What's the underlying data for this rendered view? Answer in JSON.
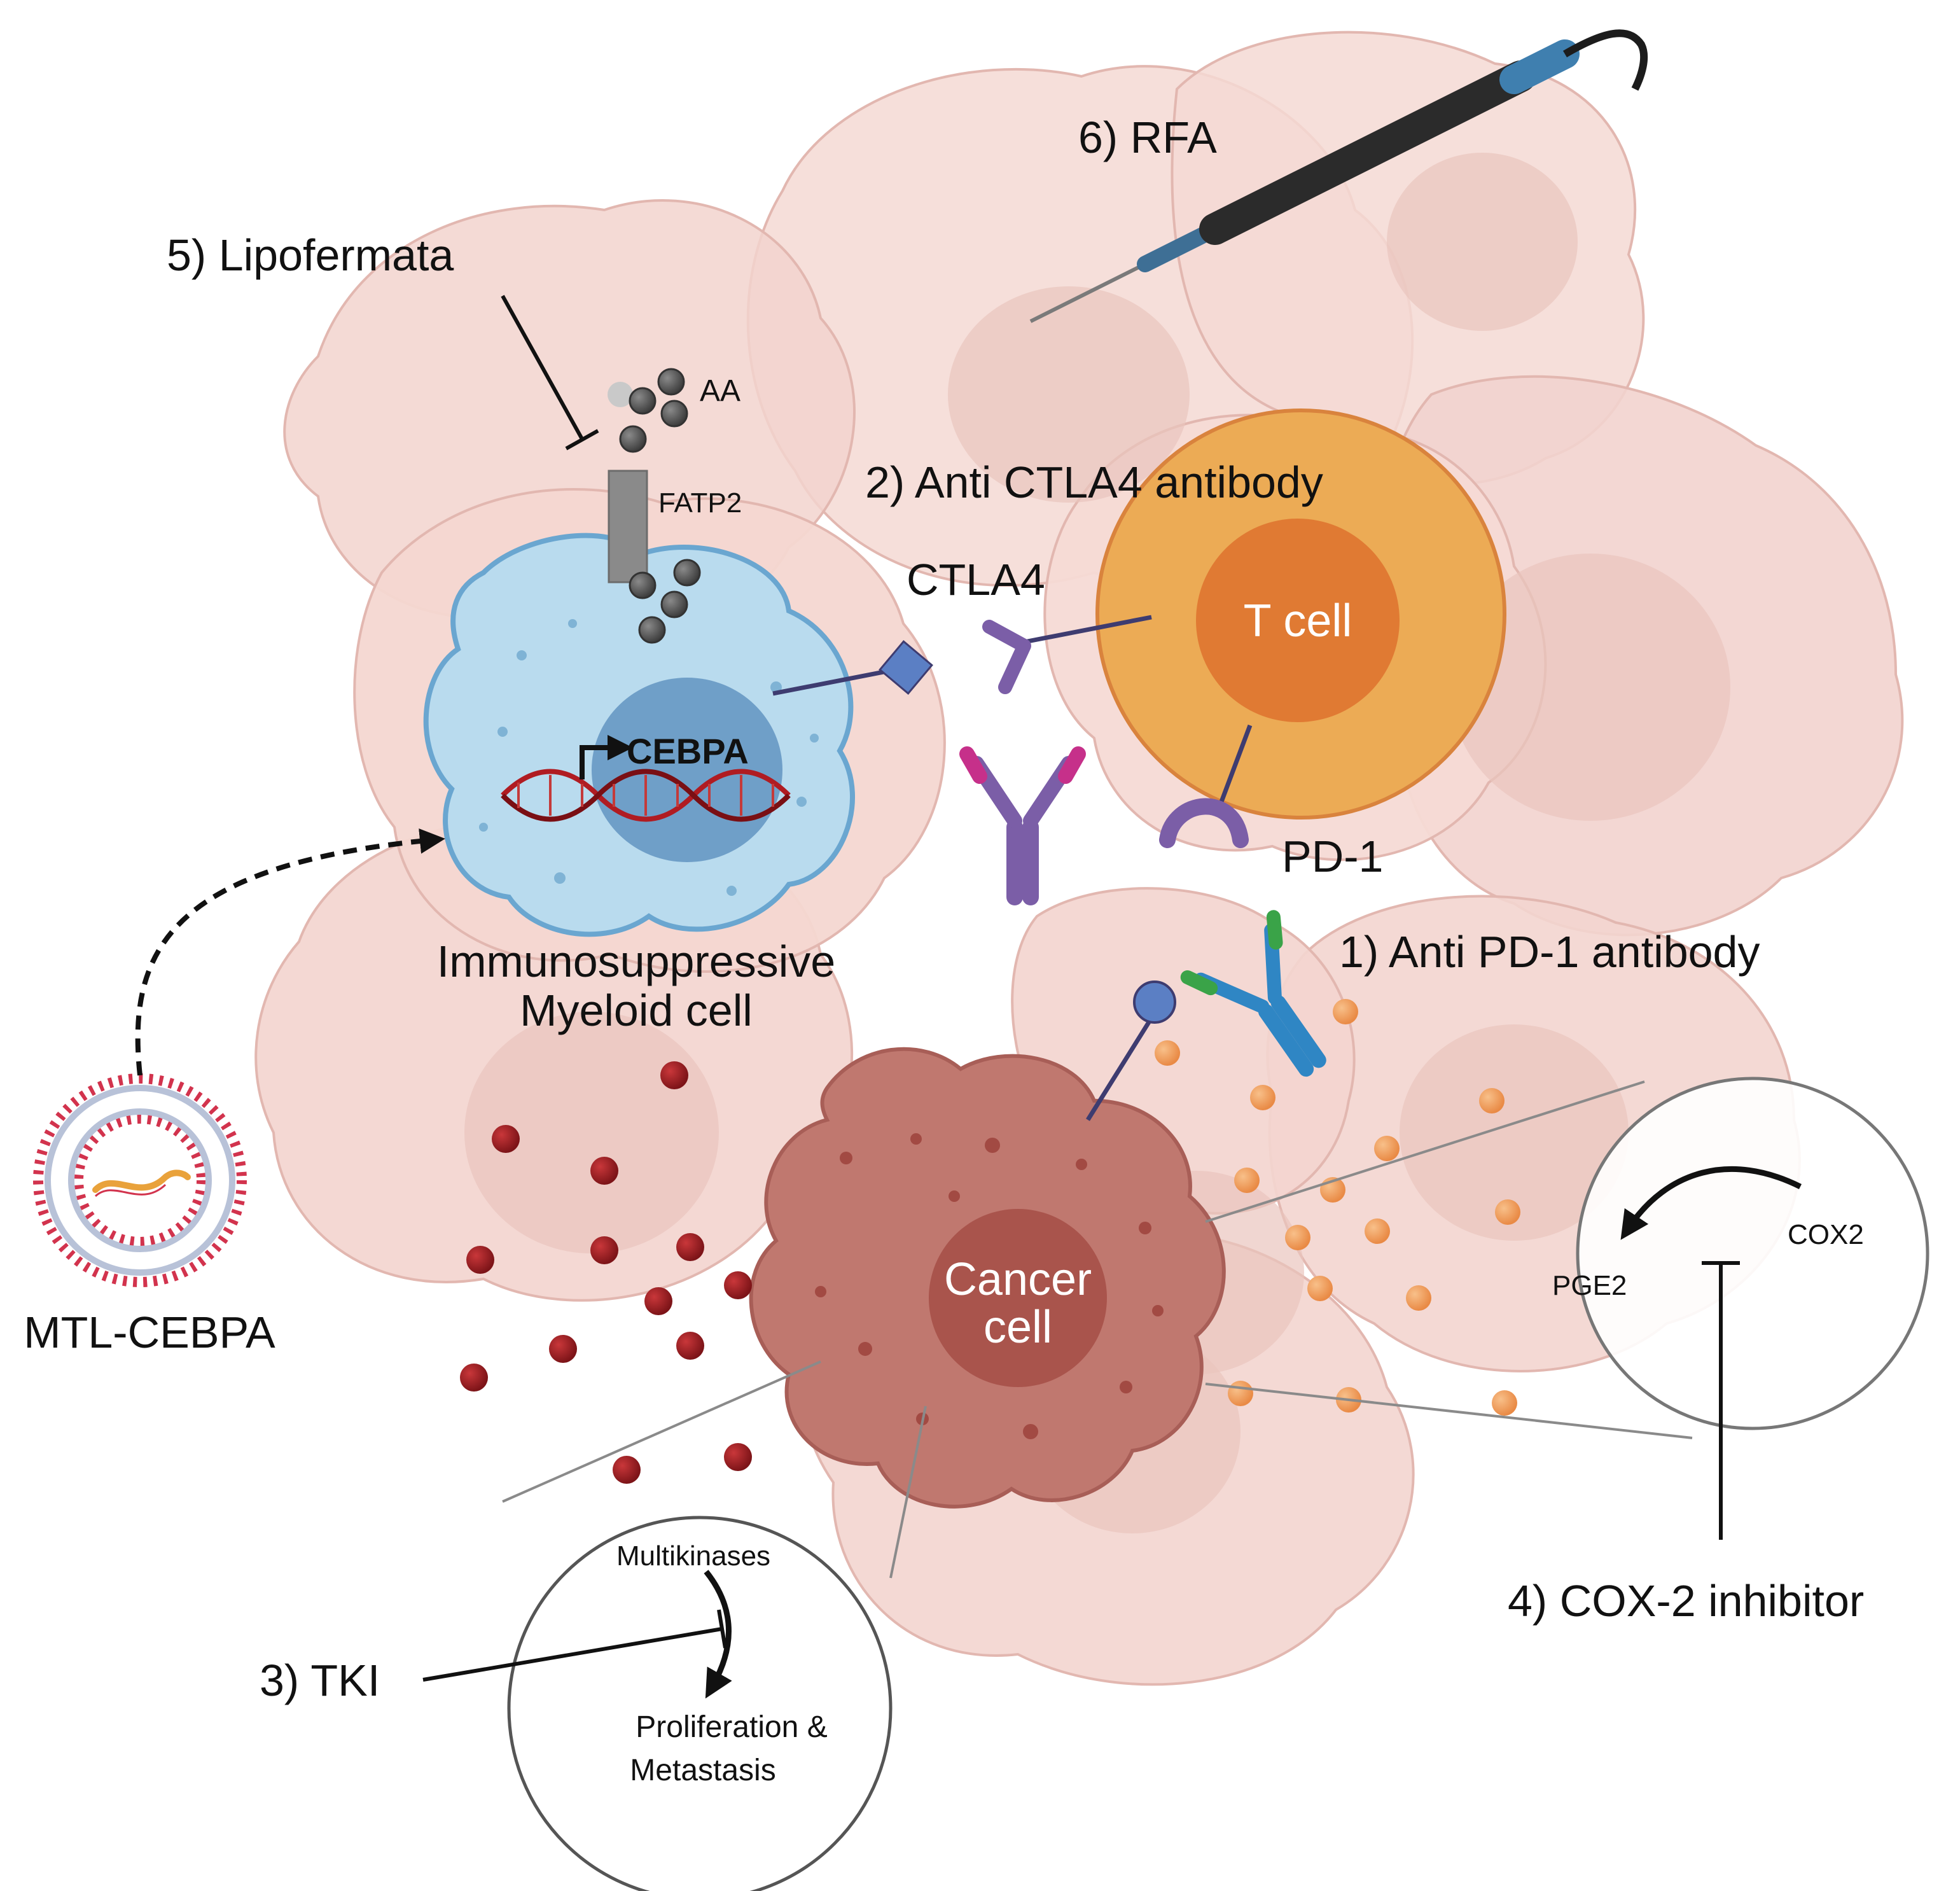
{
  "labels": {
    "rfa": "6) RFA",
    "lipofermata": "5) Lipofermata",
    "aa": "AA",
    "fatp2": "FATP2",
    "anti_ctla4": "2) Anti CTLA4 antibody",
    "ctla4": "CTLA4",
    "t_cell": "T cell",
    "cebpa": "CEBPA",
    "pd1": "PD-1",
    "anti_pd1": "1) Anti PD-1 antibody",
    "myeloid_line1": "Immunosuppressive",
    "myeloid_line2": "Myeloid cell",
    "mtl_cebpa": "MTL-CEBPA",
    "cancer_line1": "Cancer",
    "cancer_line2": "cell",
    "cox2": "COX2",
    "pge2": "PGE2",
    "cox2_inhibitor": "4) COX-2 inhibitor",
    "tki": "3) TKI",
    "multikinases": "Multikinases",
    "prolif_line1": "Proliferation &",
    "prolif_line2": "Metastasis"
  },
  "colors": {
    "tissue_cell": "#f2d4cf",
    "tissue_nucleus": "#e8c0b9",
    "myeloid_cell": "#b9dbee",
    "myeloid_border": "#6aa6d0",
    "myeloid_nucleus": "#6f9fc8",
    "t_cell_outer": "#ecab55",
    "t_cell_inner": "#e07a33",
    "cancer_cell": "#c0786f",
    "cancer_nucleus": "#a9544c",
    "red_particle": "#9e1f24",
    "orange_particle": "#f0a060",
    "receptor": "#3e3c70",
    "ligand_blue": "#5b7fc4",
    "liposome": "#d2334d",
    "fatp2": "#8a8a8a",
    "aa_particle": "#4d4d4d"
  },
  "icons": [
    "rfa-probe-icon",
    "liposome-icon",
    "dna-helix-icon",
    "antibody-icon",
    "transcription-arrow-icon"
  ]
}
